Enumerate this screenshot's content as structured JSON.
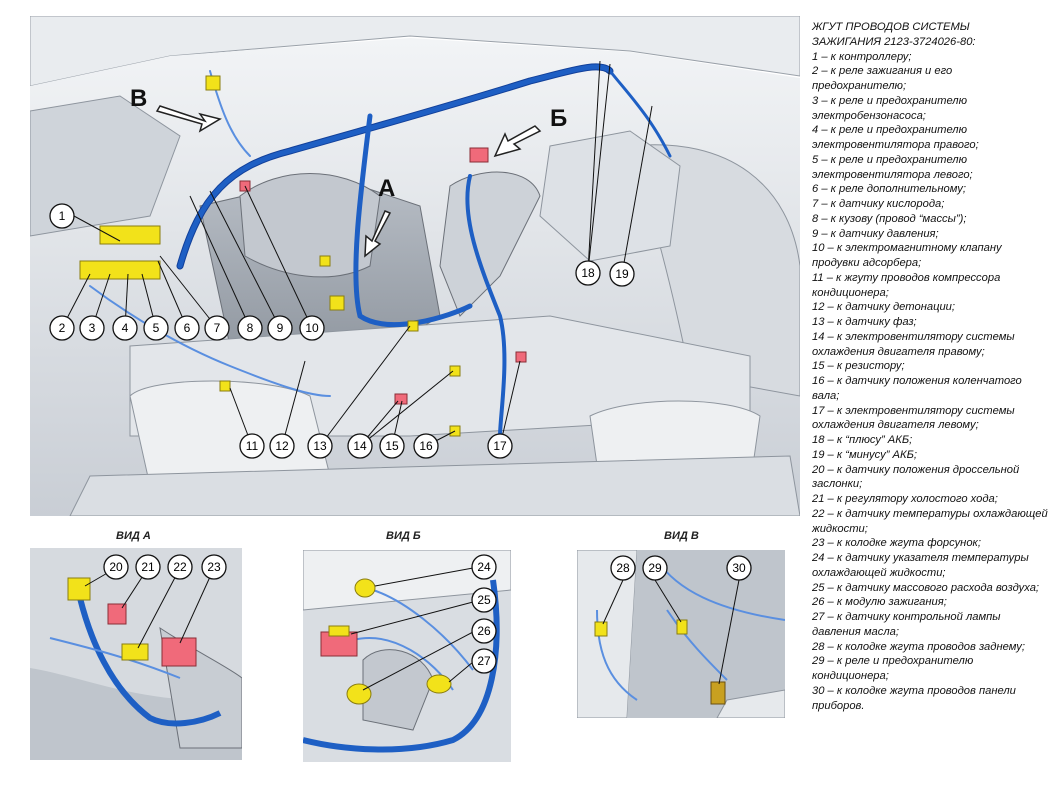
{
  "legend": {
    "title_line1": "ЖГУТ ПРОВОДОВ СИСТЕМЫ",
    "title_line2": "ЗАЖИГАНИЯ 2123-3724026-80:",
    "items": [
      "1 – к контроллеру;",
      "2 – к реле зажигания и его предохранителю;",
      "3 – к реле и предохранителю электробензонасоса;",
      "4 – к реле и предохранителю электровентилятора правого;",
      "5 – к реле и предохранителю электровентилятора левого;",
      "6 – к реле дополнительному;",
      "7 – к датчику кислорода;",
      "8 – к кузову (провод “массы”);",
      "9 – к датчику давления;",
      "10 – к электромагнитному клапану продувки адсорбера;",
      "11 – к жгуту проводов компрессора кондиционера;",
      "12 – к датчику детонации;",
      "13 – к датчику фаз;",
      "14 – к электровентилятору системы охлаждения двигателя правому;",
      "15 – к резистору;",
      "16 – к датчику положения коленчатого вала;",
      "17 – к электровентилятору системы охлаждения двигателя левому;",
      "18 – к “плюсу” АКБ;",
      "19 – к “минусу” АКБ;",
      "20 – к датчику положения дроссельной заслонки;",
      "21 – к регулятору холостого хода;",
      "22 – к датчику температуры охлаждающей жидкости;",
      "23 – к колодке жгута форсунок;",
      "24 – к датчику указателя температуры охлаждающей жидкости;",
      "25 – к датчику массового расхода воздуха;",
      "26 – к модулю зажигания;",
      "27 – к датчику контрольной лампы давления масла;",
      "28 – к колодке жгута проводов заднему;",
      "29 – к реле и предохранителю кондиционера;",
      "30 – к колодке жгута проводов панели приборов."
    ]
  },
  "views": {
    "a_title": "ВИД А",
    "b_title": "ВИД Б",
    "v_title": "ВИД В"
  },
  "arrow_labels": {
    "a": "А",
    "b": "Б",
    "v": "В"
  },
  "callouts_main": [
    "1",
    "2",
    "3",
    "4",
    "5",
    "6",
    "7",
    "8",
    "9",
    "10",
    "11",
    "12",
    "13",
    "14",
    "15",
    "16",
    "17",
    "18",
    "19"
  ],
  "callouts_view_a": [
    "20",
    "21",
    "22",
    "23"
  ],
  "callouts_view_b": [
    "24",
    "25",
    "26",
    "27"
  ],
  "callouts_view_v": [
    "28",
    "29",
    "30"
  ],
  "colors": {
    "harness": "#1e5fc4",
    "harness_dark": "#12409a",
    "connector_yellow": "#f2e21a",
    "connector_pink": "#f06a7a",
    "body_gray": "#dfe3e8",
    "line": "#6b7078"
  }
}
